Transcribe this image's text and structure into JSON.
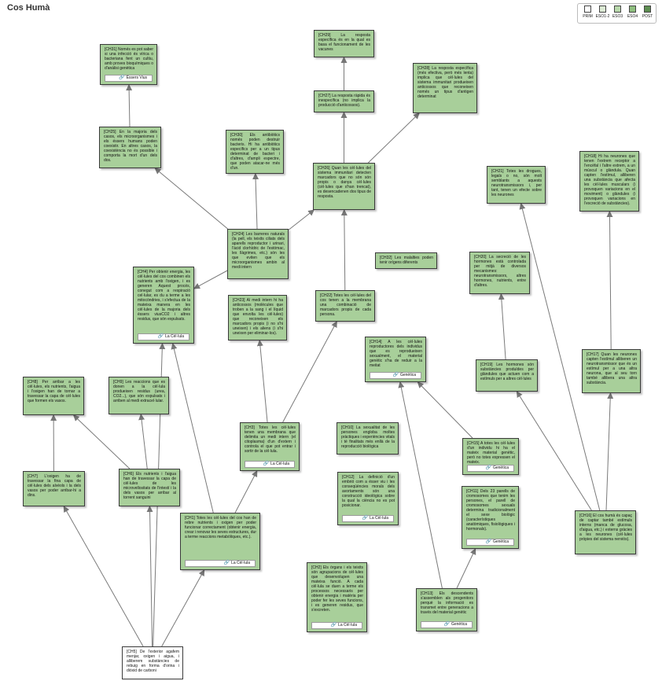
{
  "title": "Cos Humà",
  "legend": [
    {
      "label": "PRIM",
      "color": "#ffffff"
    },
    {
      "label": "ESO1-2",
      "color": "#dcead4"
    },
    {
      "label": "ESO3",
      "color": "#b9d9ac"
    },
    {
      "label": "ESO4",
      "color": "#8fbf7f"
    },
    {
      "label": "POST",
      "color": "#5e8f52"
    }
  ],
  "nodes": {
    "ch1": {
      "text": "[CH1] Totes les cèl·lules del cos han de rebre nutrients i oxigen per poder funcionar correctament (obtenir energia, crear i renovar les seves estructures, dur a terme reaccions metabòliques, etc.).",
      "tag": "La Cèl·lula"
    },
    "ch2": {
      "text": "[CH2] Els òrgans i els teixits són agrupacions de cèl·lules que desenvolupen una mateixa funció. A cada cèl·lula se duen a terme els processos necessaris per obtenir energia i matèria per poder fer les seves funcions, i es generen residus, que s'excreten.",
      "tag": "La Cèl·lula"
    },
    "ch3": {
      "text": "[CH3] Totes les cèl·lules tenen una membrana que delimita un medi intern (el citoplasma) d'un d'extern i controla el que pot entrar i sortir de la cèl·lula.",
      "tag": "La Cèl·lula"
    },
    "ch4": {
      "text": "[CH4] Per obtenir energia, les cèl·lules del cos combinen els nutrients amb l'oxigen, i es generen Aquest procés, conegut com a respiració cel·lular, es du a terme a les mitocòndries, i s'efectua de la mateixa manera en les cèl·lules de la majoria dels éssers viusCO2 i altres residus, que són expulsats.",
      "tag": "La Cèl·lula"
    },
    "ch5": {
      "text": "[CH5] De l'exterior agafem menjar, oxigen i aigua, i alliberem substàncies de rebuig en forma d'orina i diòxid de carboni"
    },
    "ch6": {
      "text": "[CH6] Els nutrients i l'aigua han de travessar la capa de cèl·lules de les microvellositats de l'intestí i la dels vasos per arribar al torrent sanguini"
    },
    "ch7": {
      "text": "[CH7] L'oxigen ha de travessar la fina capa de cèl·lules dels alvèols i la dels vasos per poder arribar-hi a dins."
    },
    "ch8": {
      "text": "[CH8] Per arribar a les cèl·lules, els nutrients, l'aigua i l'oxigen han de tornar a travessar la capa de cèl·lules que formen els vasos."
    },
    "ch9": {
      "text": "[CH9] Les reaccions que es donen a la cèl·lula produeixen residus (urea, CO2...), que són expulsats i arriben al medi extracel·lular."
    },
    "ch10": {
      "text": "[CH10] La sexualitat de les persones engloba moltes pràctiques i experiències vitals i té finalitats més enllà de la reproducció biològica"
    },
    "ch11": {
      "text": "[CH11] Dels 23 parells de cromosomes que tenim les persones, el parell de cromosomes sexuals determina tradicionalment el sexe biològic (característiques anatòmiques, fisiològiques i hormonals).",
      "tag": "Genètica"
    },
    "ch12": {
      "text": "[CH12] La definició d'un embrió com a ésser viu i les conseqüències morals dels avortaments són una construcció ideològica sobre la qual la ciència no es pot posicionar.",
      "tag": "La Cèl·lula"
    },
    "ch13": {
      "text": "[CH13] Els descendents s'assemblen als progenitors perquè la informació es transmet entre generacions a través del material genètic",
      "tag": "Genètica"
    },
    "ch14": {
      "text": "[CH14] A les cèl·lules reproductores dels individus que es reprodueixen sexualment, el material genètic s'ha de reduir a la meitat",
      "tag": "Genètica"
    },
    "ch15": {
      "text": "[CH15] A totes les cèl·lules d'un individu hi ha el mateix material genètic, però no totes expressen el mateix.",
      "tag": "Genètica"
    },
    "ch16": {
      "text": "[CH16] El cos humà és capaç de captar també estímuls interns (manca de glucosa, d'aigua, etc.) i externs gràcies a les neurones (cèl·lules pròpies del sistema nerviós)."
    },
    "ch17": {
      "text": "[CH17] Quan les neurones capten l'estímul alliberen un neurotransmissor que és un estímul per a una altra neurona, que al seu torn també allibera una altra substància."
    },
    "ch18": {
      "text": "[CH18] Hi ha neurones que tenen l'extrem receptor a l'encèfal i l'altre extrem, a un múscul o glàndula. Quan capten l'estímul, alliberen una substància que afecta les cèl·lules musculars (i provoquen variacions en el moviment) o glàndules (i provoquen variacions en l'excreció de substàncies)."
    },
    "ch19": {
      "text": "[CH19] Les hormones són substàncies produïdes per glàndules que actuen com a estímuls per a altres cèl·lules"
    },
    "ch20": {
      "text": "[CH20] La secreció de les hormones està controlada per mitjà de diversos mecanismes: neurotransmissors, altres hormones, nutrients, entre d'altres."
    },
    "ch21": {
      "text": "[CH21] Totes les drogues, legals o no, són molt semblants a aquests neurotransmissors i, per tant, tenen un efecte sobre les neurones"
    },
    "ch22": {
      "text": "[CH22] Totes les cèl·lules del cos tenen a la membrana una combinació de marcadors propis de cada persona."
    },
    "ch23": {
      "text": "[CH23] Al medi intern hi ha anticossos (molècules que troben a la sang i el líquid que envolta les cèl·lules) que reconeixen els marcadors propis (i no s'hi uneixen) i els aliens (i s'hi uneixen per eliminar-los)."
    },
    "ch24": {
      "text": "[CH24] Les barreres naturals (la pell, els teixits ciliats dels aparells reproductor i urinari, l'àcid clorhídric de l'estómac, les llàgrimes, etc.) són les que eviten que els microorganismes ambin al medi intern"
    },
    "ch25": {
      "text": "[CH25] En la majoria dels casos, els microorganismes i els éssers humans poden coexistir. En altres casos, la coexistència no és possible i comporta la mort d'un dels dos."
    },
    "ch26": {
      "text": "[CH26] Quan les cèl·lules del sistema immunitari detecten marcadors que no són són propis o danya cèl·lules (cèl·lules que s'han trencat), es desencadenen dos tipus de resposta."
    },
    "ch27": {
      "text": "[CH27] La resposta ràpida és inespecífica (no implica la producció d'anticossos)."
    },
    "ch28": {
      "text": "[CH28] La resposta específica (més efectiva, però més lenta) implica que cèl·lules del sistema immunitari produeixen anticossos que reconeixen només un tipus d'antigen determinat"
    },
    "ch29": {
      "text": "[CH29] La resposta específica és en la qual es basa el funcionament de les vacunes"
    },
    "ch30": {
      "text": "[CH30] Els antibiòtics només poden destruir bacteris. Hi ha antibiòtics específics per a un tipus determinat de bacteri i d'altres, d'ampli espectre, que poden atacar-ne més d'un."
    },
    "ch31": {
      "text": "[CH31] Només es pot saber si una infecció és vírica o bacteriana fent un cultiu, amb proves bioquímiques o d'anàlisi genètica",
      "tag": "Éssers Vius"
    },
    "ch32": {
      "text": "[CH32] Les malalties poden tenir orígens diferents"
    }
  },
  "chart_data": {
    "type": "concept-map",
    "edges": [
      [
        "ch5",
        "ch7"
      ],
      [
        "ch5",
        "ch6"
      ],
      [
        "ch5",
        "ch1"
      ],
      [
        "ch5",
        "ch4"
      ],
      [
        "ch7",
        "ch8"
      ],
      [
        "ch6",
        "ch8"
      ],
      [
        "ch6",
        "ch9"
      ],
      [
        "ch1",
        "ch3"
      ],
      [
        "ch1",
        "ch4"
      ],
      [
        "ch3",
        "ch23"
      ],
      [
        "ch3",
        "ch22"
      ],
      [
        "ch22",
        "ch26"
      ],
      [
        "ch24",
        "ch25"
      ],
      [
        "ch24",
        "ch30"
      ],
      [
        "ch24",
        "ch26"
      ],
      [
        "ch24",
        "ch4"
      ],
      [
        "ch26",
        "ch27"
      ],
      [
        "ch26",
        "ch28"
      ],
      [
        "ch27",
        "ch29"
      ],
      [
        "ch25",
        "ch31"
      ],
      [
        "ch13",
        "ch14"
      ],
      [
        "ch13",
        "ch11"
      ],
      [
        "ch15",
        "ch14"
      ],
      [
        "ch16",
        "ch17"
      ],
      [
        "ch16",
        "ch19"
      ],
      [
        "ch16",
        "ch21"
      ],
      [
        "ch17",
        "ch18"
      ],
      [
        "ch19",
        "ch20"
      ]
    ]
  }
}
